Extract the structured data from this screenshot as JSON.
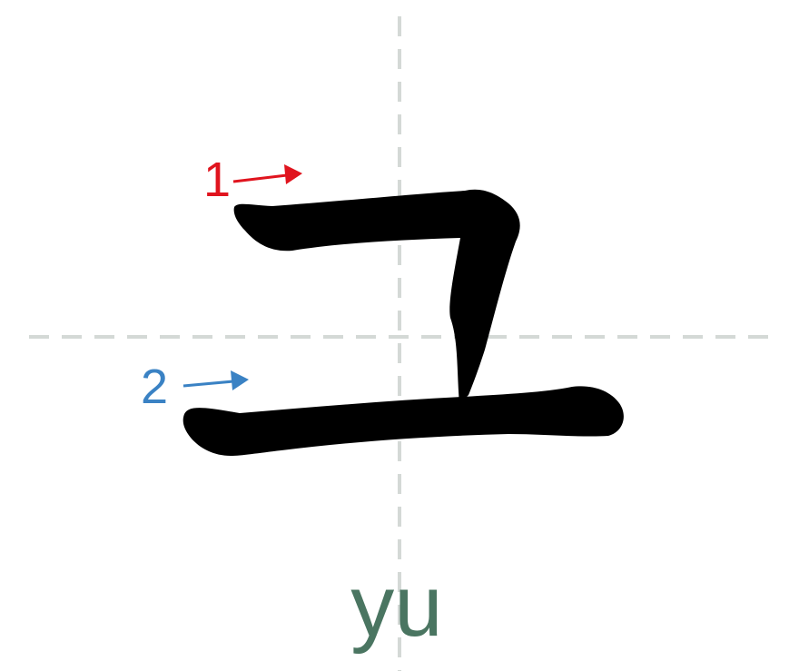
{
  "character": {
    "glyph": "ユ",
    "romaji": "yu"
  },
  "strokes": [
    {
      "order_label": "1",
      "color": "#e0141e"
    },
    {
      "order_label": "2",
      "color": "#3a82c4"
    }
  ],
  "colors": {
    "glyph": "#000000",
    "guide": "#d4d9d6",
    "romaji": "#4a7561",
    "background": "#ffffff"
  }
}
